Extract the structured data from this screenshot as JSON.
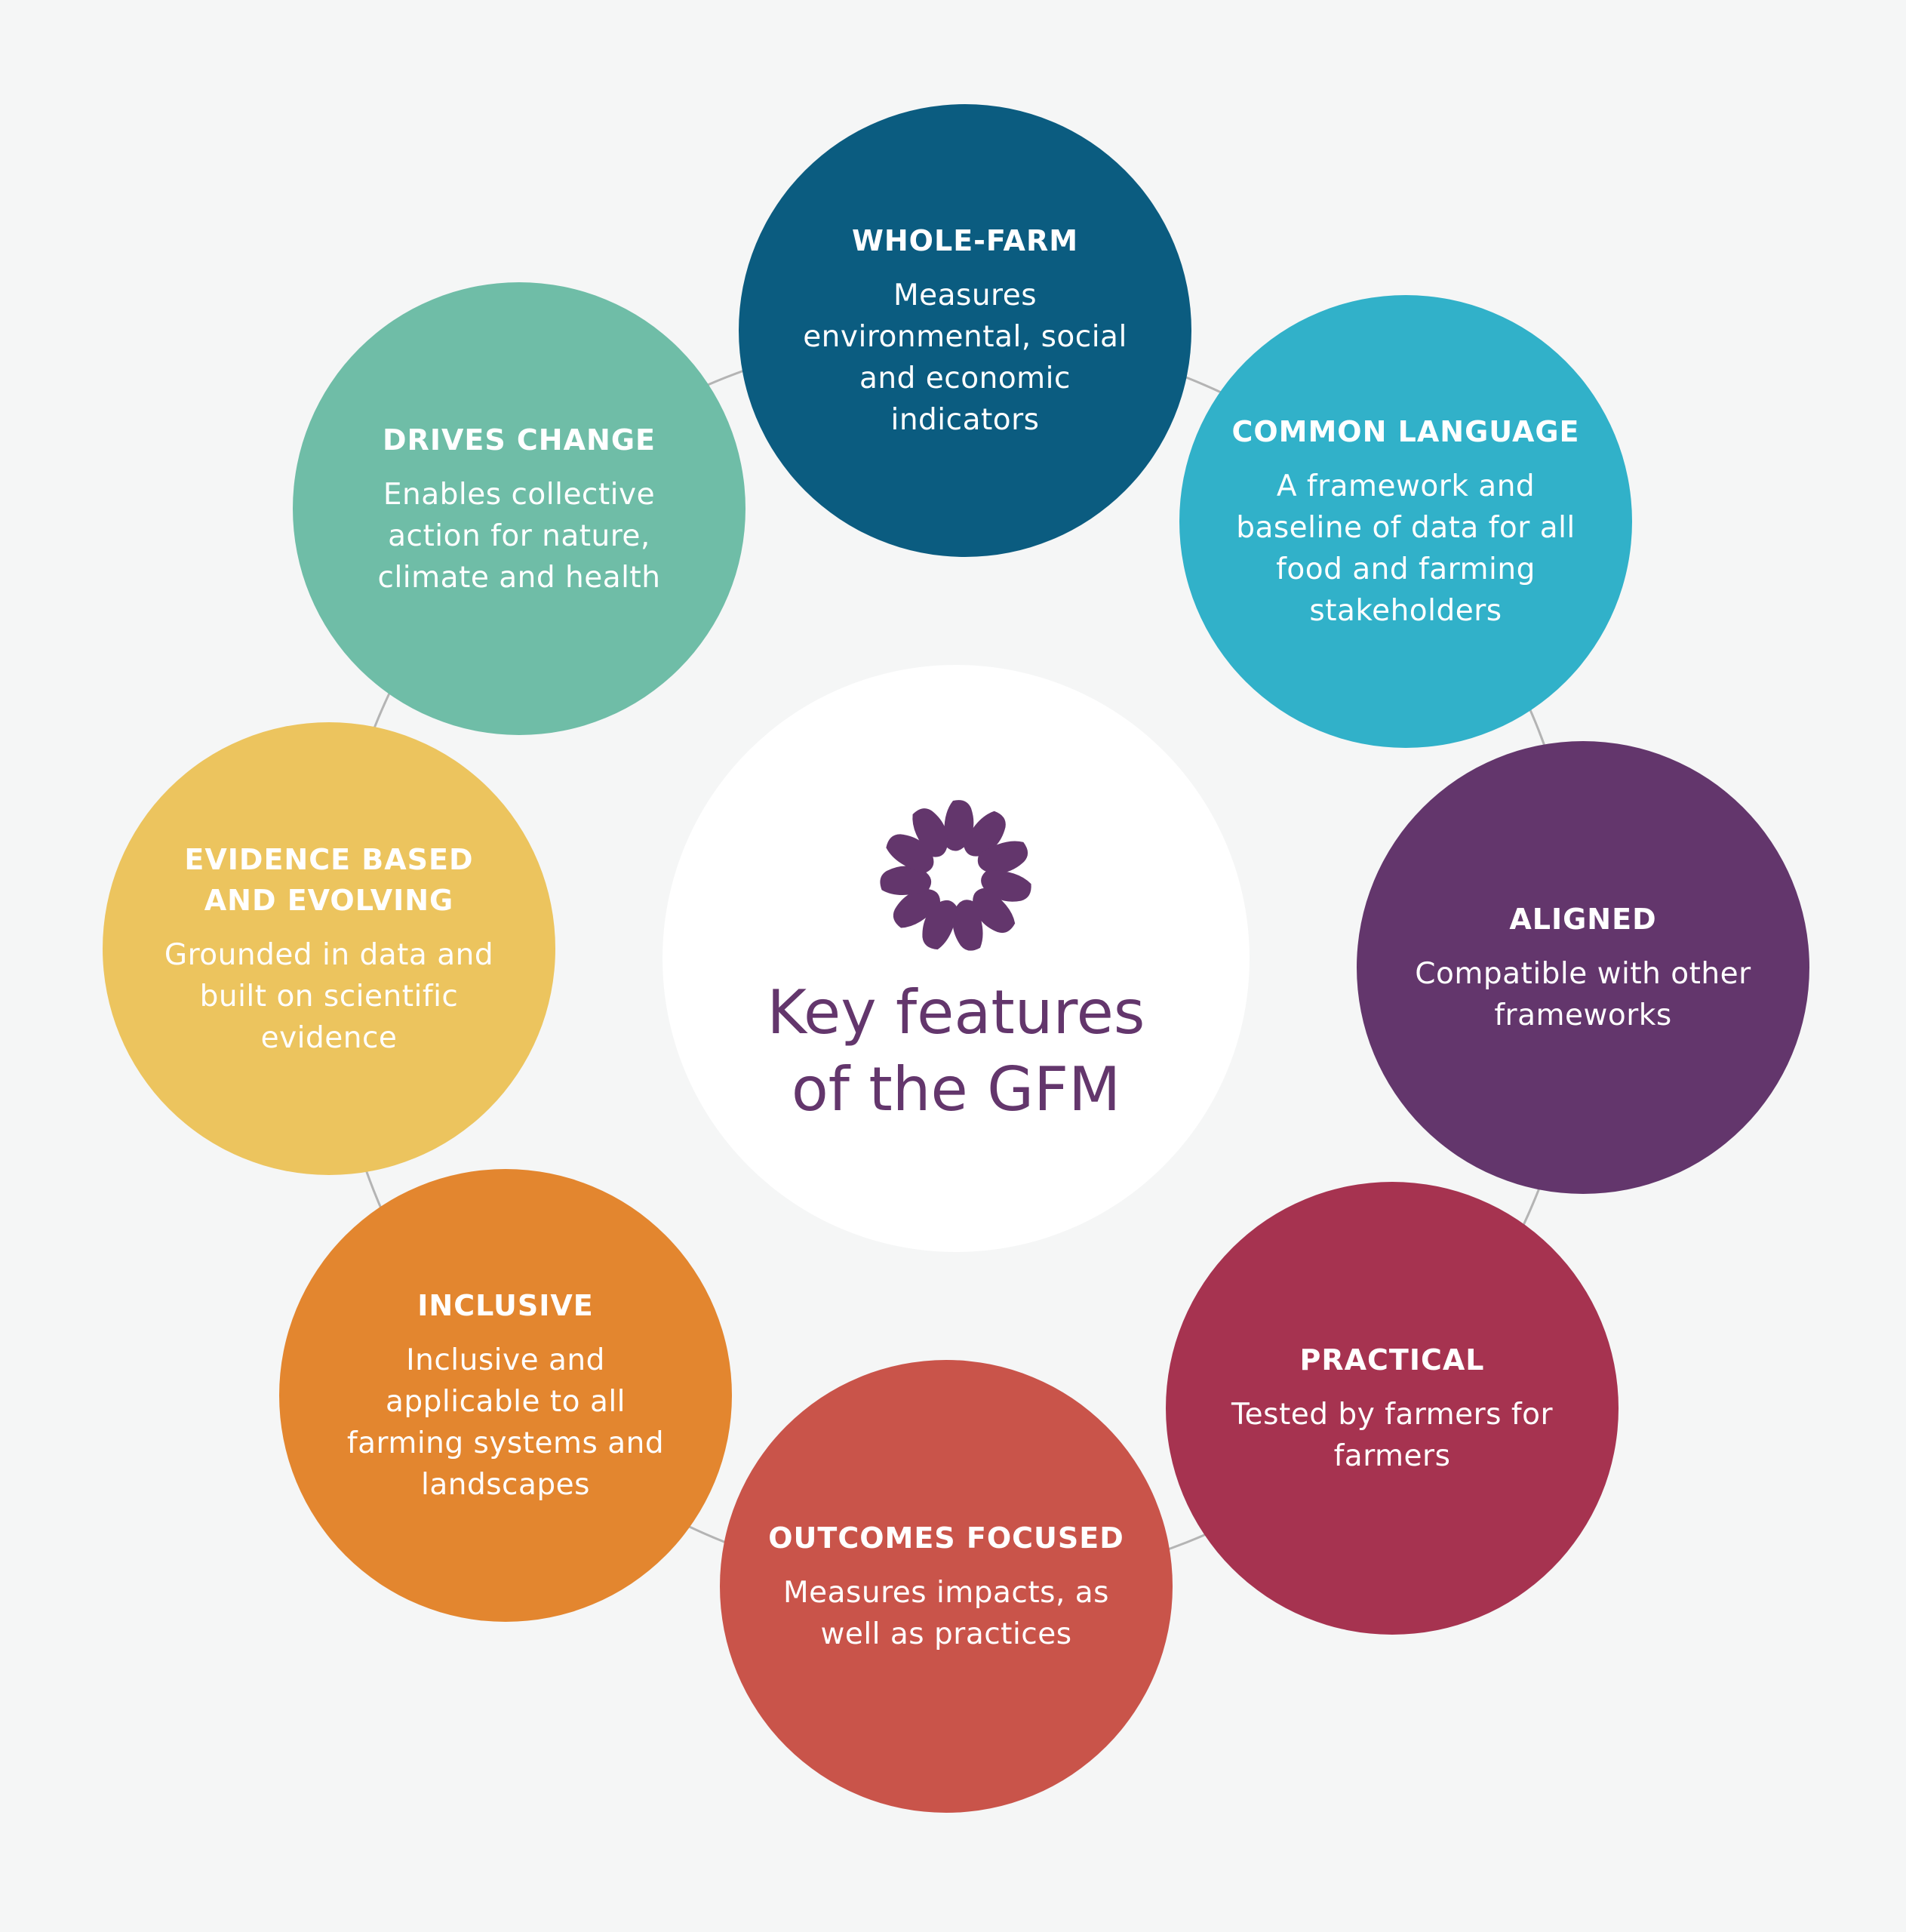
{
  "center": {
    "title": "Key features\nof the GFM",
    "logo": "gfm-pinwheel-logo",
    "color": "#63366c"
  },
  "features": [
    {
      "id": "whole-farm",
      "title": "WHOLE-FARM",
      "text": "Measures environmental, social and economic indicators",
      "color": "#0b5c80"
    },
    {
      "id": "common-language",
      "title": "COMMON LANGUAGE",
      "text": "A framework and baseline of data for all food and farming stakeholders",
      "color": "#31b1c9"
    },
    {
      "id": "aligned",
      "title": "ALIGNED",
      "text": "Compatible with other frameworks",
      "color": "#63366c"
    },
    {
      "id": "practical",
      "title": "PRACTICAL",
      "text": "Tested by farmers for farmers",
      "color": "#a63350"
    },
    {
      "id": "outcomes-focused",
      "title": "OUTCOMES FOCUSED",
      "text": "Measures impacts, as well as practices",
      "color": "#c9544a"
    },
    {
      "id": "inclusive",
      "title": "INCLUSIVE",
      "text": "Inclusive and applicable to all farming systems and landscapes",
      "color": "#e3862f"
    },
    {
      "id": "evidence-based",
      "title": "EVIDENCE BASED AND EVOLVING",
      "text": "Grounded in data and built on scientific evidence",
      "color": "#ecc45e"
    },
    {
      "id": "drives-change",
      "title": "DRIVES CHANGE",
      "text": "Enables collective action for nature, climate and health",
      "color": "#6fbda7"
    }
  ]
}
